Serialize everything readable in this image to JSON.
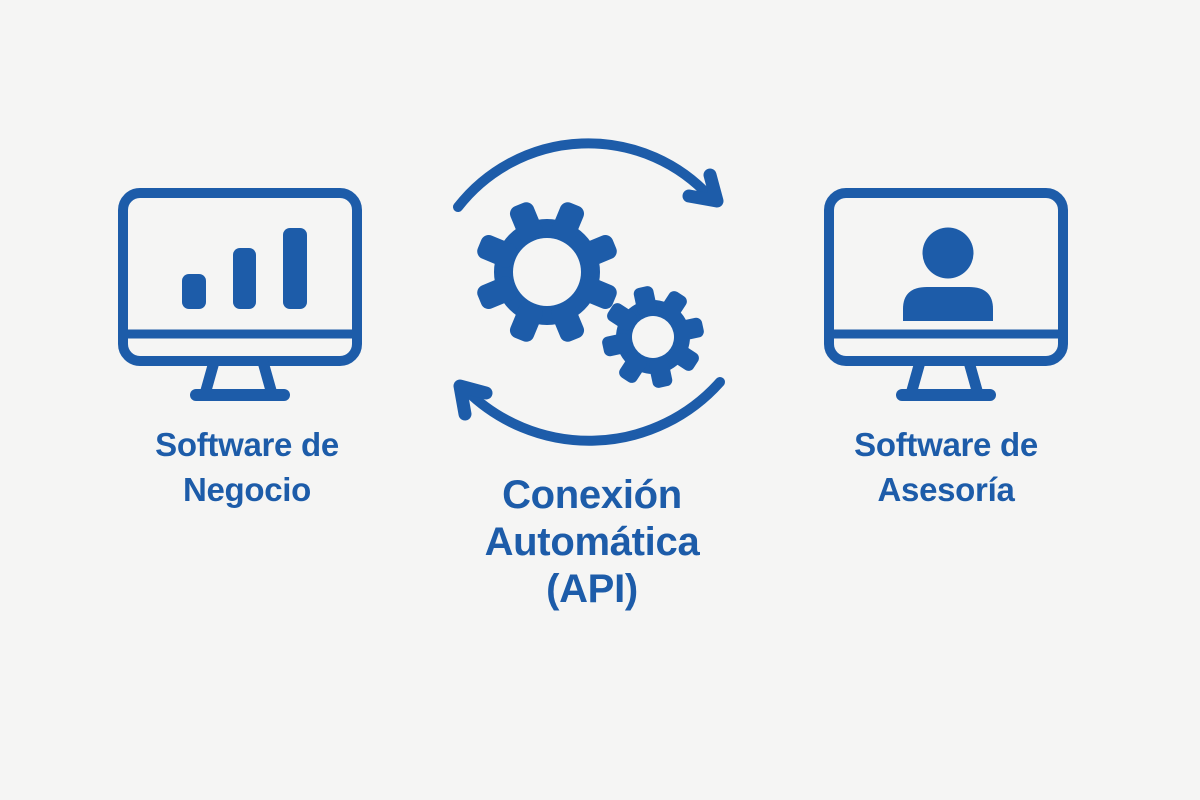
{
  "canvas": {
    "background": "#f5f5f4",
    "accent": "#1d5ca9"
  },
  "diagram": {
    "left_node": {
      "label": "Software de\nNegocio",
      "icon": "monitor-bar-chart-icon"
    },
    "center_node": {
      "label": "Conexión\nAutomática\n(API)",
      "icon": "sync-gears-icon"
    },
    "right_node": {
      "label": "Software de\nAsesoría",
      "icon": "monitor-user-icon"
    }
  }
}
